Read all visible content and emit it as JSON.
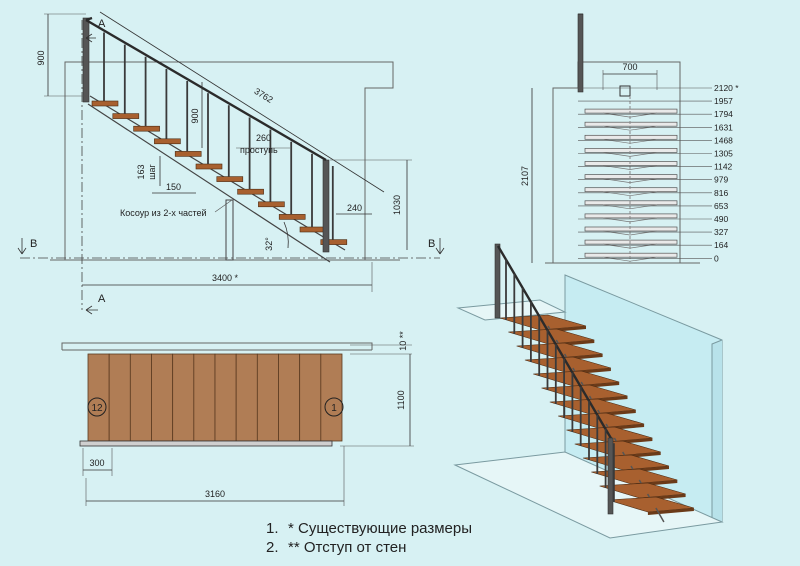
{
  "side_view": {
    "dim_height_post": "900",
    "dim_rail_length": "3762",
    "dim_rail_height": "900",
    "dim_tread_depth": "260",
    "label_tread": "проступь",
    "dim_step": "163",
    "label_step": "шаг",
    "dim_nosing": "150",
    "label_stringer": "Косоур из 2-х частей",
    "dim_last_step": "240",
    "dim_height_lower": "1030",
    "dim_angle": "32°",
    "section_a": "A",
    "section_b": "B",
    "dim_total_length": "3400 *"
  },
  "front_view": {
    "dim_width": "700",
    "dim_total_height": "2107",
    "levels": [
      "2120 *",
      "1957",
      "1794",
      "1631",
      "1468",
      "1305",
      "1142",
      "979",
      "816",
      "653",
      "490",
      "327",
      "164",
      "0"
    ]
  },
  "plan_view": {
    "dim_wall_offset": "10 **",
    "dim_width": "1100",
    "dim_handrail_offset": "300",
    "dim_length": "3160",
    "step_first": "1",
    "step_last": "12"
  },
  "notes": [
    {
      "num": "1.",
      "text": "* Существующие размеры"
    },
    {
      "num": "2.",
      "text": "** Отступ от стен"
    }
  ],
  "colors": {
    "background": "#d7f1f3",
    "wood": "#a8602f",
    "metal": "#2b2b2b"
  }
}
